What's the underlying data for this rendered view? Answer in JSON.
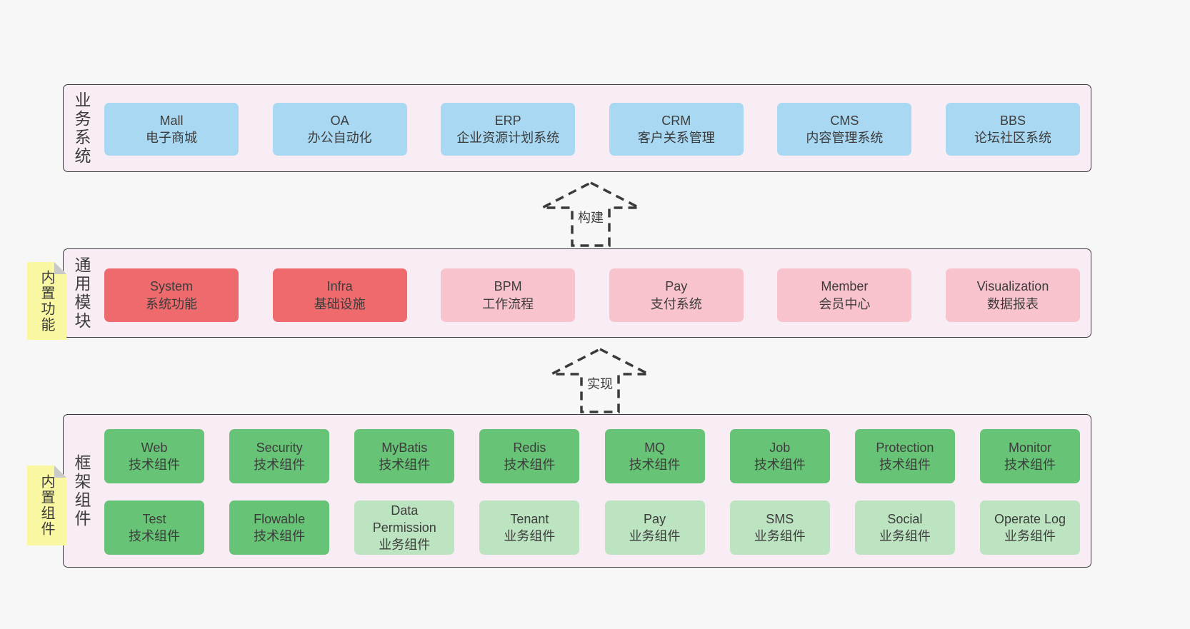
{
  "colors": {
    "page_bg": "#f7f7f7",
    "band_bg": "#f8ecf5",
    "band_border": "#3a3a3a",
    "box_blue": "#a8d8f2",
    "box_red": "#ee6a6d",
    "box_pink": "#f9c3ce",
    "box_green": "#67c375",
    "box_light_green": "#bce4c0",
    "sticky_yellow": "#f9f7a1",
    "sticky_fold": "#c9c9c9",
    "text": "#3c3c3c"
  },
  "band1": {
    "label": "业务系统",
    "boxes": [
      {
        "title": "Mall",
        "subtitle": "电子商城"
      },
      {
        "title": "OA",
        "subtitle": "办公自动化"
      },
      {
        "title": "ERP",
        "subtitle": "企业资源计划系统"
      },
      {
        "title": "CRM",
        "subtitle": "客户关系管理"
      },
      {
        "title": "CMS",
        "subtitle": "内容管理系统"
      },
      {
        "title": "BBS",
        "subtitle": "论坛社区系统"
      }
    ]
  },
  "arrow1": {
    "label": "构建"
  },
  "band2": {
    "label": "通用模块",
    "sticky": "内置功能",
    "boxes": [
      {
        "title": "System",
        "subtitle": "系统功能",
        "variant": "red"
      },
      {
        "title": "Infra",
        "subtitle": "基础设施",
        "variant": "red"
      },
      {
        "title": "BPM",
        "subtitle": "工作流程",
        "variant": "pink"
      },
      {
        "title": "Pay",
        "subtitle": "支付系统",
        "variant": "pink"
      },
      {
        "title": "Member",
        "subtitle": "会员中心",
        "variant": "pink"
      },
      {
        "title": "Visualization",
        "subtitle": "数据报表",
        "variant": "pink"
      }
    ]
  },
  "arrow2": {
    "label": "实现"
  },
  "band3": {
    "label": "框架组件",
    "sticky": "内置组件",
    "row1": [
      {
        "title": "Web",
        "subtitle": "技术组件",
        "variant": "green"
      },
      {
        "title": "Security",
        "subtitle": "技术组件",
        "variant": "green"
      },
      {
        "title": "MyBatis",
        "subtitle": "技术组件",
        "variant": "green"
      },
      {
        "title": "Redis",
        "subtitle": "技术组件",
        "variant": "green"
      },
      {
        "title": "MQ",
        "subtitle": "技术组件",
        "variant": "green"
      },
      {
        "title": "Job",
        "subtitle": "技术组件",
        "variant": "green"
      },
      {
        "title": "Protection",
        "subtitle": "技术组件",
        "variant": "green"
      },
      {
        "title": "Monitor",
        "subtitle": "技术组件",
        "variant": "green"
      }
    ],
    "row2": [
      {
        "title": "Test",
        "subtitle": "技术组件",
        "variant": "green"
      },
      {
        "title": "Flowable",
        "subtitle": "技术组件",
        "variant": "green"
      },
      {
        "title": "Data Permission",
        "subtitle": "业务组件",
        "variant": "light-green"
      },
      {
        "title": "Tenant",
        "subtitle": "业务组件",
        "variant": "light-green"
      },
      {
        "title": "Pay",
        "subtitle": "业务组件",
        "variant": "light-green"
      },
      {
        "title": "SMS",
        "subtitle": "业务组件",
        "variant": "light-green"
      },
      {
        "title": "Social",
        "subtitle": "业务组件",
        "variant": "light-green"
      },
      {
        "title": "Operate Log",
        "subtitle": "业务组件",
        "variant": "light-green"
      }
    ]
  }
}
